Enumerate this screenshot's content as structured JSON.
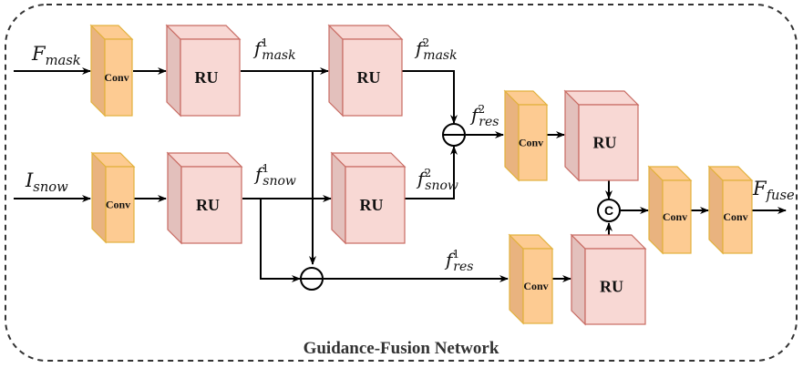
{
  "title": "Guidance-Fusion Network",
  "colors": {
    "conv_front": "#fdcb92",
    "conv_side": "#e9b37f",
    "conv_stroke": "#e2b13c",
    "ru_front": "#f8d8d4",
    "ru_side": "#e3c0bc",
    "ru_stroke": "#c86a62",
    "line": "#000000",
    "border": "#333333"
  },
  "blocks": {
    "conv_mask": "Conv",
    "ru_mask_1": "RU",
    "ru_mask_2": "RU",
    "conv_snow": "Conv",
    "ru_snow_1": "RU",
    "ru_snow_2": "RU",
    "conv_res2": "Conv",
    "ru_res2": "RU",
    "conv_res1": "Conv",
    "ru_res1": "RU",
    "conv_fuse_1": "Conv",
    "conv_fuse_2": "Conv"
  },
  "operators": {
    "concat": "C"
  },
  "labels": {
    "F_mask": {
      "base": "F",
      "sub": "mask",
      "sup": ""
    },
    "I_snow": {
      "base": "I",
      "sub": "snow",
      "sup": ""
    },
    "f1_mask": {
      "base": "f",
      "sub": "mask",
      "sup": "1"
    },
    "f2_mask": {
      "base": "f",
      "sub": "mask",
      "sup": "2"
    },
    "f1_snow": {
      "base": "f",
      "sub": "snow",
      "sup": "1"
    },
    "f2_snow": {
      "base": "f",
      "sub": "snow",
      "sup": "2"
    },
    "f2_res": {
      "base": "f",
      "sub": "res",
      "sup": "2"
    },
    "f1_res": {
      "base": "f",
      "sub": "res",
      "sup": "1"
    },
    "F_fuse": {
      "base": "F",
      "sub": "fuse",
      "sup": ""
    }
  }
}
